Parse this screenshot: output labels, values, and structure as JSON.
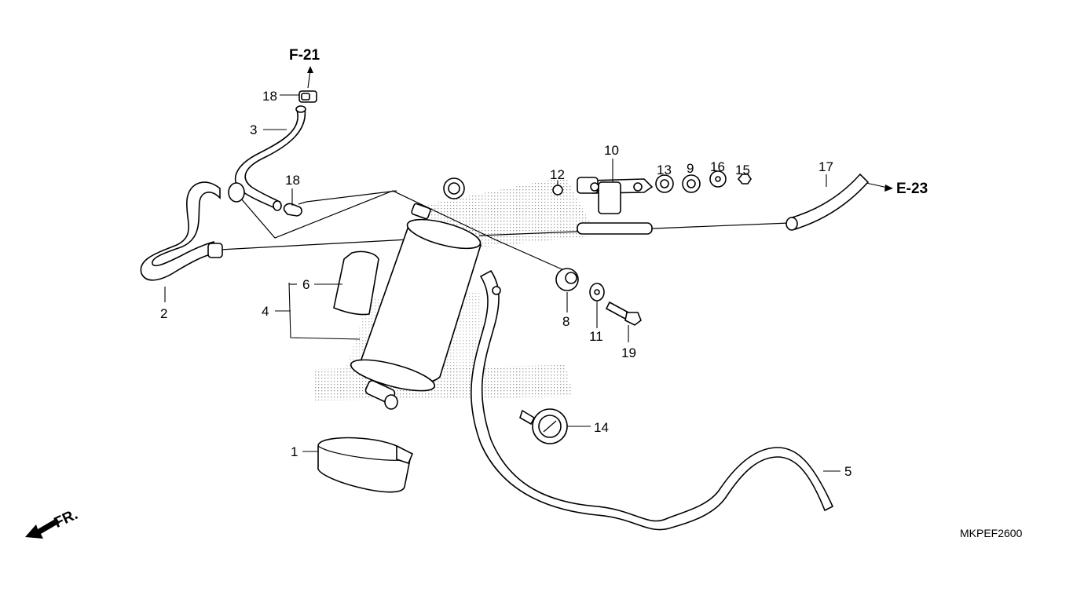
{
  "diagram_code": "MKPEF2600",
  "refs": {
    "f21": "F-21",
    "e23": "E-23"
  },
  "front": "FR.",
  "labels": {
    "p1": "1",
    "p2": "2",
    "p3": "3",
    "p4": "4",
    "p5": "5",
    "p6": "6",
    "p8": "8",
    "p9": "9",
    "p10": "10",
    "p11": "11",
    "p12": "12",
    "p13": "13",
    "p14": "14",
    "p15": "15",
    "p16": "16",
    "p17": "17",
    "p18a": "18",
    "p18b": "18",
    "p19": "19"
  }
}
